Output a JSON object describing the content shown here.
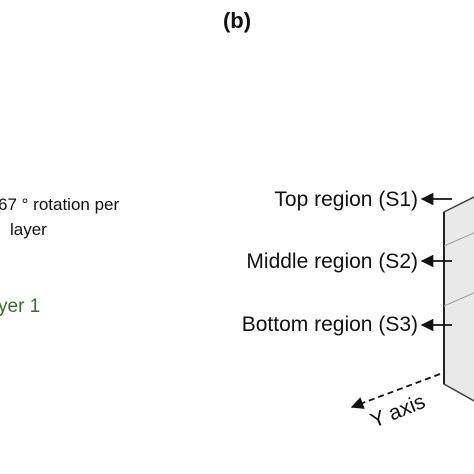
{
  "panel_label": "(b)",
  "left_panel": {
    "rotation_line1": "67 ° rotation per",
    "rotation_line2": "layer",
    "layer_label": "yer 1",
    "layer_label_color": "#3d6b2e"
  },
  "regions": [
    {
      "label": "Top region (S1)"
    },
    {
      "label": "Middle region (S2)"
    },
    {
      "label": "Bottom region (S3)"
    }
  ],
  "axis": {
    "label": "Y axis"
  },
  "colors": {
    "text": "#111111",
    "arrow": "#111111",
    "specimen_face": "#e9e9e9",
    "specimen_edge": "#444444"
  }
}
